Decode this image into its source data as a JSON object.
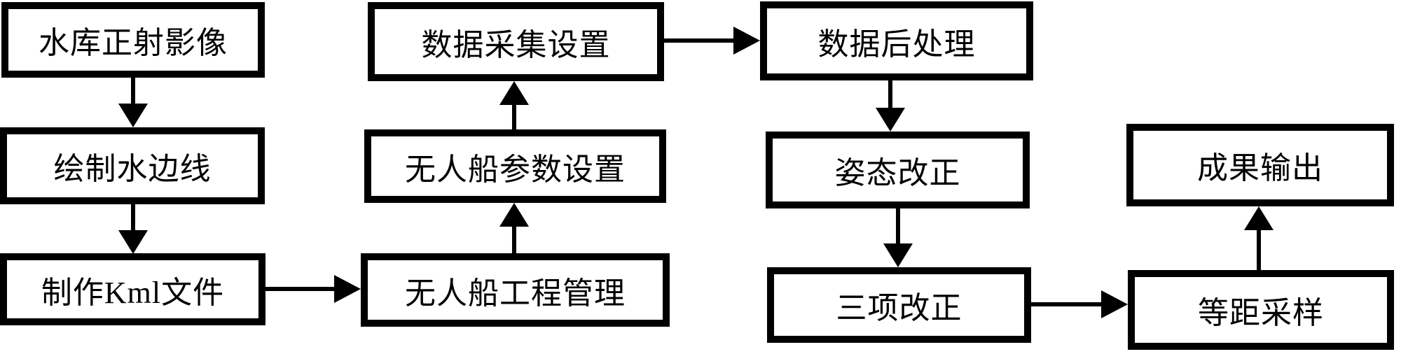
{
  "diagram": {
    "type": "flowchart",
    "background_color": "#ffffff",
    "box_border_color": "#000000",
    "box_fill_color": "#ffffff",
    "text_color": "#000000",
    "arrow_color": "#000000",
    "nodes": {
      "reservoir_orthophoto": {
        "label": "水库正射影像"
      },
      "draw_waterline": {
        "label": "绘制水边线"
      },
      "make_kml_file": {
        "label": "制作Kml文件"
      },
      "data_collection_settings": {
        "label": "数据采集设置"
      },
      "usv_parameter_settings": {
        "label": "无人船参数设置"
      },
      "usv_project_management": {
        "label": "无人船工程管理"
      },
      "data_post_processing": {
        "label": "数据后处理"
      },
      "attitude_correction": {
        "label": "姿态改正"
      },
      "three_item_correction": {
        "label": "三项改正"
      },
      "result_output": {
        "label": "成果输出"
      },
      "equidistant_sampling": {
        "label": "等距采样"
      }
    },
    "edges": [
      {
        "from": "水库正射影像",
        "to": "绘制水边线",
        "direction": "down"
      },
      {
        "from": "绘制水边线",
        "to": "制作Kml文件",
        "direction": "down"
      },
      {
        "from": "制作Kml文件",
        "to": "无人船工程管理",
        "direction": "right"
      },
      {
        "from": "无人船工程管理",
        "to": "无人船参数设置",
        "direction": "up"
      },
      {
        "from": "无人船参数设置",
        "to": "数据采集设置",
        "direction": "up"
      },
      {
        "from": "数据采集设置",
        "to": "数据后处理",
        "direction": "right"
      },
      {
        "from": "数据后处理",
        "to": "姿态改正",
        "direction": "down"
      },
      {
        "from": "姿态改正",
        "to": "三项改正",
        "direction": "down"
      },
      {
        "from": "三项改正",
        "to": "等距采样",
        "direction": "right"
      },
      {
        "from": "等距采样",
        "to": "成果输出",
        "direction": "up"
      }
    ]
  }
}
